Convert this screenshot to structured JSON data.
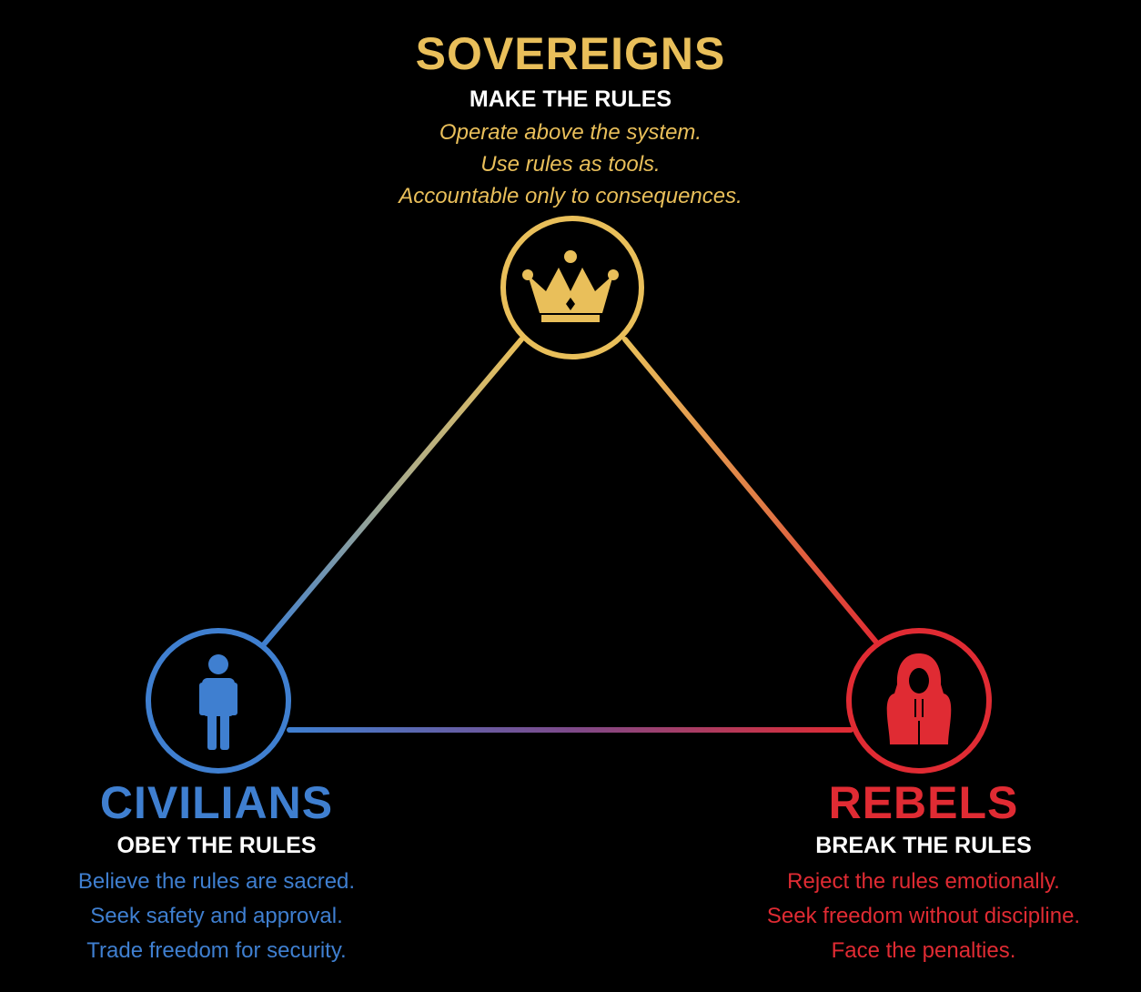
{
  "colors": {
    "sovereigns": "#e9bf5a",
    "civilians": "#3f7fd0",
    "rebels": "#e02b33",
    "background": "#000000",
    "subtitle": "#ffffff"
  },
  "sovereigns": {
    "title": "SOVEREIGNS",
    "subtitle": "MAKE THE RULES",
    "lines": [
      "Operate above the system.",
      "Use rules as tools.",
      "Accountable only to consequences."
    ],
    "icon": "crown-icon"
  },
  "civilians": {
    "title": "CIVILIANS",
    "subtitle": "OBEY THE RULES",
    "lines": [
      "Believe the rules are sacred.",
      "Seek safety and approval.",
      "Trade freedom for security."
    ],
    "icon": "person-icon"
  },
  "rebels": {
    "title": "REBELS",
    "subtitle": "BREAK THE RULES",
    "lines": [
      "Reject the rules emotionally.",
      "Seek freedom without discipline.",
      "Face the penalties."
    ],
    "icon": "hooded-figure-icon"
  }
}
